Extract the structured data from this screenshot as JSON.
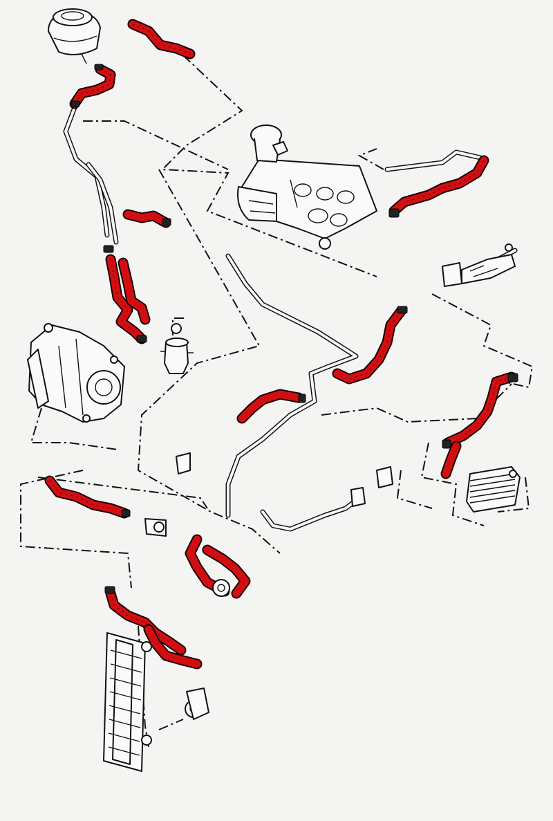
{
  "diagram": {
    "kind": "exploded cooling system hose diagram",
    "colors": {
      "hose": "#d10f12",
      "line": "#111111",
      "background": "#f4f4f2"
    },
    "components": [
      "expansion-tank",
      "turbocharger",
      "water-pump-housing",
      "thermostat-housing",
      "oil-cooler",
      "radiator",
      "coolant-temperature-sensor",
      "connector-flange"
    ]
  }
}
